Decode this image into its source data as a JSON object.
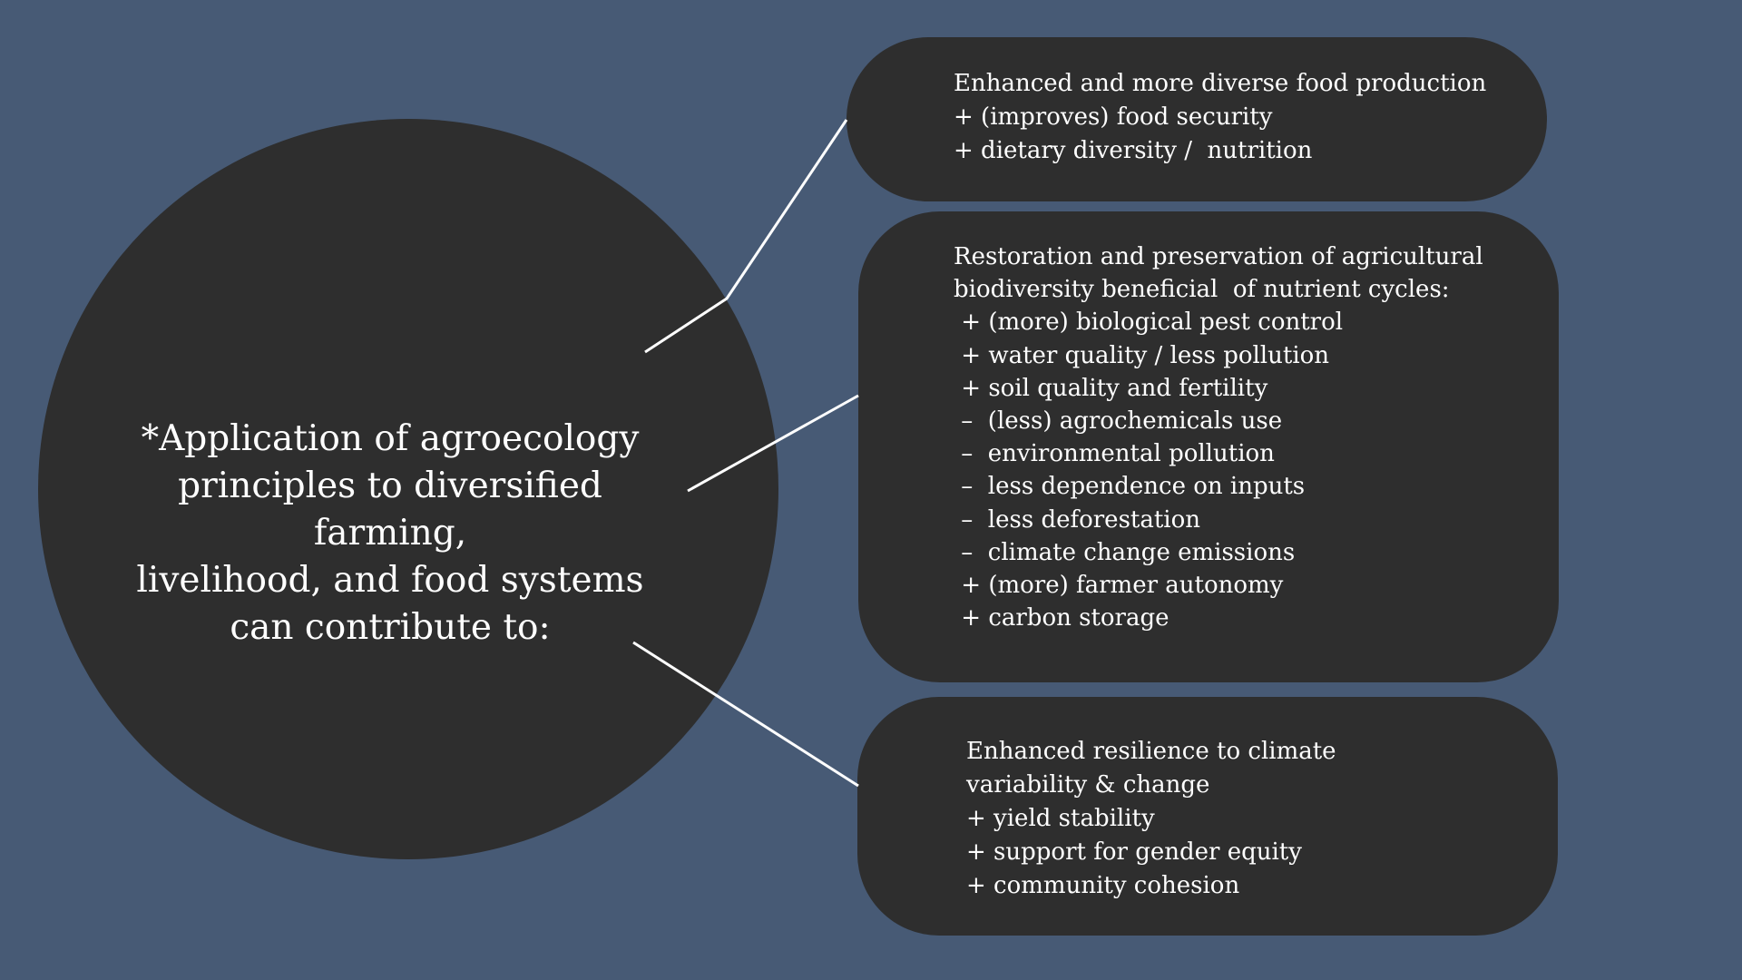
{
  "central": {
    "lines": [
      "*Application of agroecology",
      "principles to diversified farming,",
      "livelihood, and food systems",
      "can contribute to:"
    ]
  },
  "boxes": [
    {
      "lines": [
        "Enhanced and more diverse food production",
        "+ (improves) food security",
        "+ dietary diversity /  nutrition"
      ]
    },
    {
      "lines": [
        "Restoration and preservation of agricultural",
        "biodiversity beneficial  of nutrient cycles:",
        " + (more) biological pest control",
        " + water quality / less pollution",
        " + soil quality and fertility",
        " –  (less) agrochemicals use",
        " –  environmental pollution",
        " –  less dependence on inputs",
        " –  less deforestation",
        " –  climate change emissions",
        " + (more) farmer autonomy",
        " + carbon storage"
      ]
    },
    {
      "lines": [
        "Enhanced resilience to climate",
        "variability & change",
        "+ yield stability",
        "+ support for gender equity",
        "+ community cohesion"
      ]
    }
  ],
  "colors": {
    "background": "#475a75",
    "shape_fill": "#2e2e2e",
    "text": "#ffffff",
    "connector": "#ffffff"
  }
}
